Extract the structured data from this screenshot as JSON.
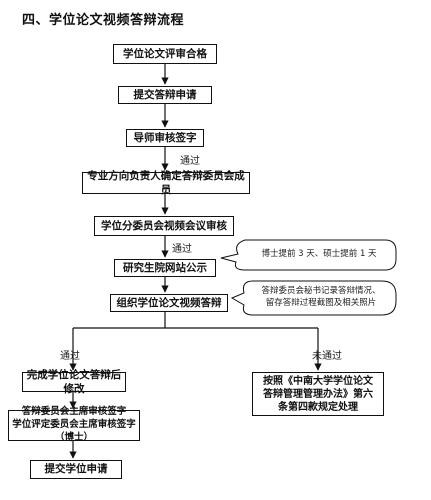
{
  "title": "四、学位论文视频答辩流程",
  "steps": {
    "s1": "学位论文评审合格",
    "s2": "提交答辩申请",
    "s3": "导师审核签字",
    "s4": "专业方向负责人确定答辩委员会成员",
    "s5": "学位分委员会视频会议审核",
    "s6": "研究生院网站公示",
    "s7": "组织学位论文视频答辩",
    "s8": "完成学位论文答辩后修改",
    "s9": "答辩委员会主席审核签字\n学位评定委员会主席审核签字（博士）",
    "s10": "提交学位申请",
    "fail": "按照《中南大学学位论文\n答辩管理管理办法》第六\n条第四款规定处理"
  },
  "edge_labels": {
    "pass1": "通过",
    "pass2": "通过",
    "pass3": "通过",
    "fail": "未通过"
  },
  "notes": {
    "publicity": "博士提前 3 天、硕士提前 1 天",
    "record": "答辩委员会秘书记录答辩情况、\n留存答辩过程截图及相关照片"
  }
}
